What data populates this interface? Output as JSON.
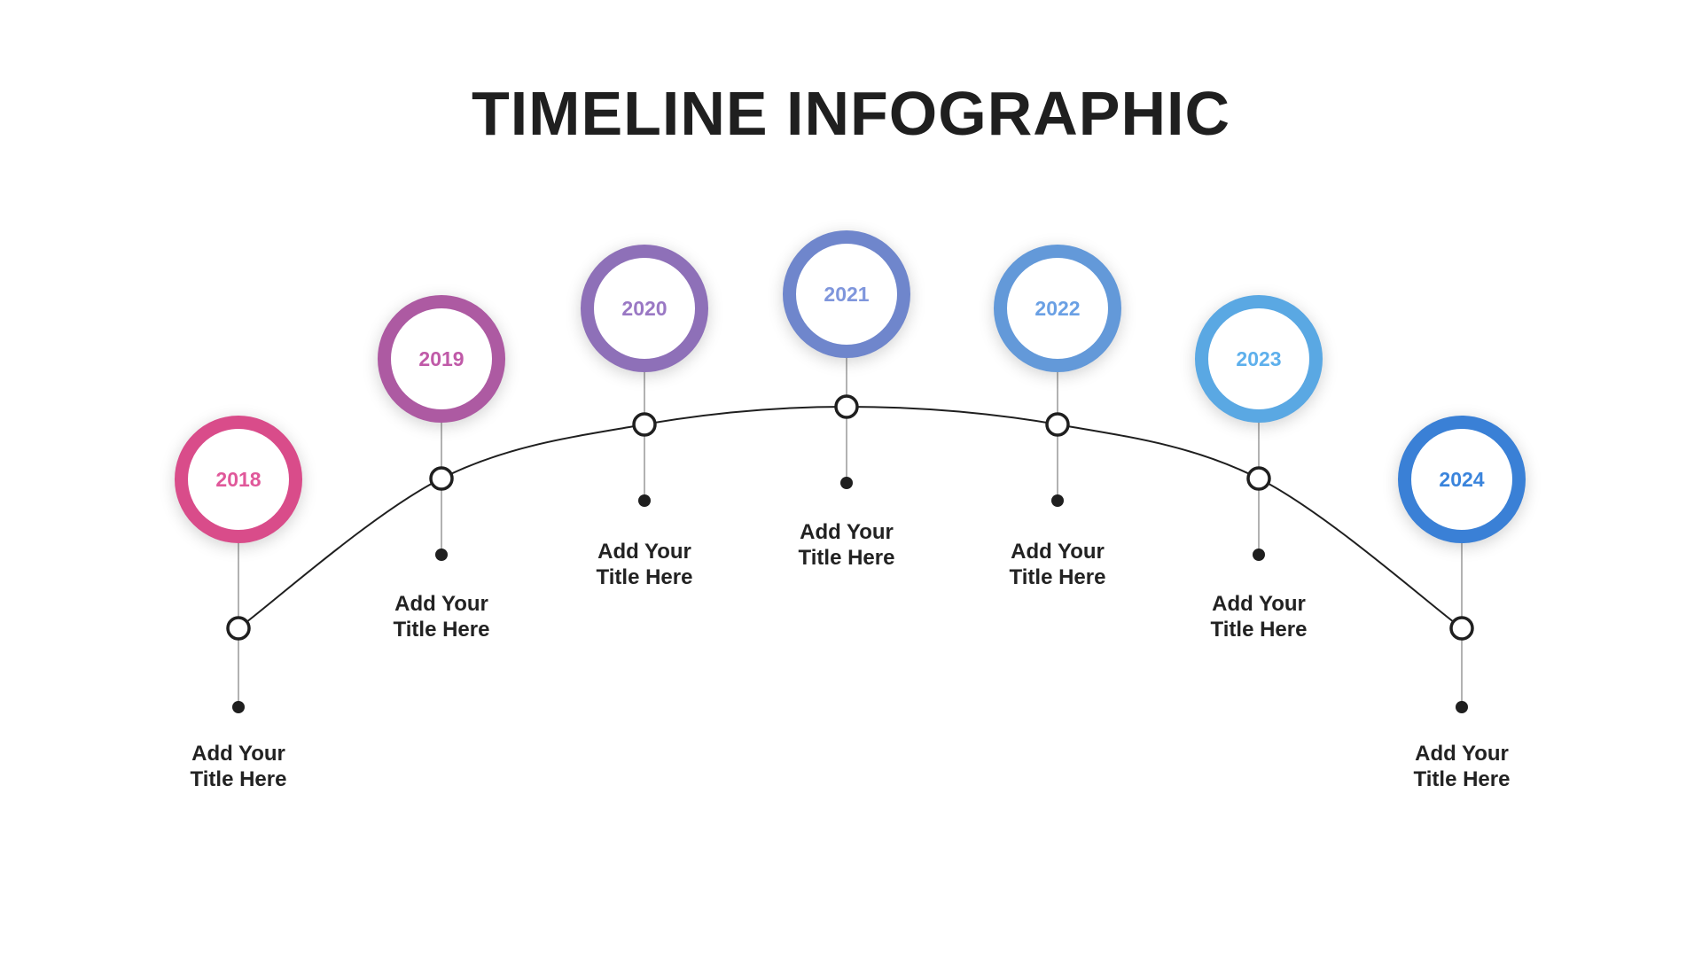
{
  "title": "TIMELINE INFOGRAPHIC",
  "milestones": [
    {
      "year": "2018",
      "label_line1": "Add Your",
      "label_line2": "Title Here",
      "color": "#d94c8a",
      "text_color": "#e0589a"
    },
    {
      "year": "2019",
      "label_line1": "Add Your",
      "label_line2": "Title Here",
      "color": "#ad5aa2",
      "text_color": "#c05aa8"
    },
    {
      "year": "2020",
      "label_line1": "Add Your",
      "label_line2": "Title Here",
      "color": "#8e70b8",
      "text_color": "#9a78c4"
    },
    {
      "year": "2021",
      "label_line1": "Add Your",
      "label_line2": "Title Here",
      "color": "#6f86cc",
      "text_color": "#7f96dc"
    },
    {
      "year": "2022",
      "label_line1": "Add Your",
      "label_line2": "Title Here",
      "color": "#6399d9",
      "text_color": "#6aa0e4"
    },
    {
      "year": "2023",
      "label_line1": "Add Your",
      "label_line2": "Title Here",
      "color": "#5aa8e3",
      "text_color": "#5eb0ec"
    },
    {
      "year": "2024",
      "label_line1": "Add Your",
      "label_line2": "Title Here",
      "color": "#3a80d6",
      "text_color": "#3a84dc"
    }
  ]
}
